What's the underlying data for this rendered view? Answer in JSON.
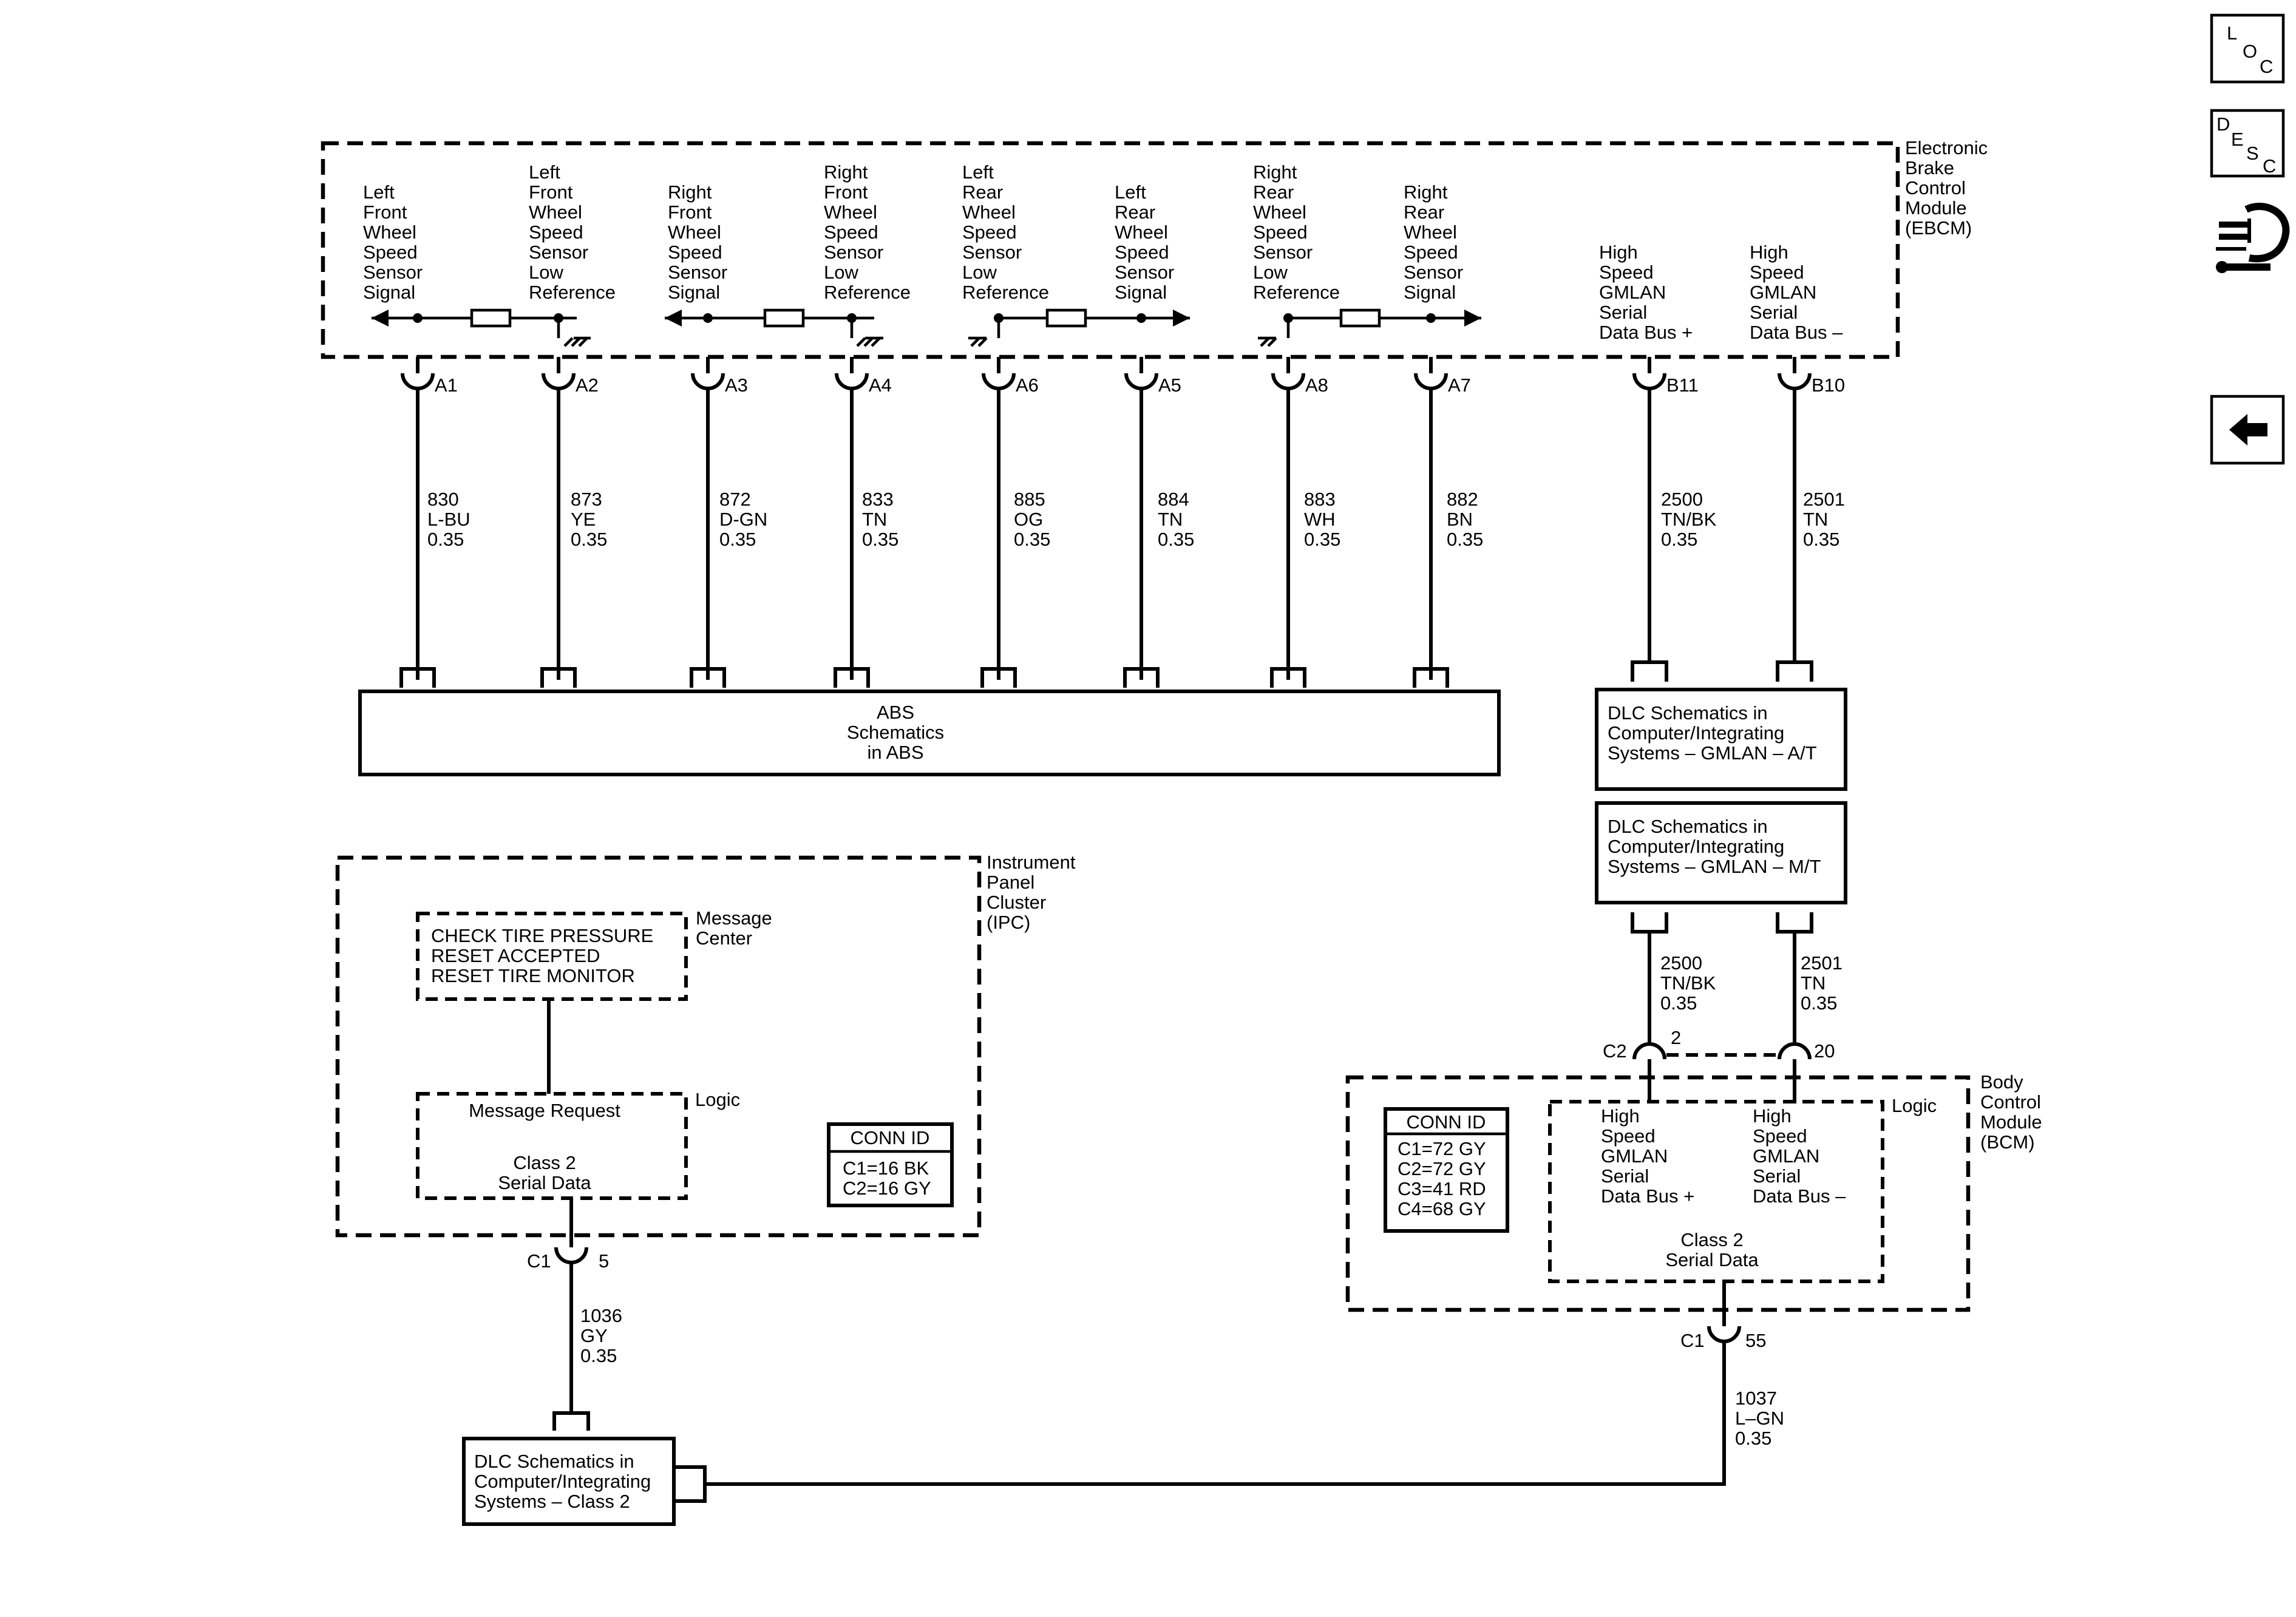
{
  "nav": {
    "loc": [
      "L",
      "O",
      "C"
    ],
    "desc": [
      "D",
      "E",
      "S",
      "C"
    ]
  },
  "ebcm": {
    "label": [
      "Electronic",
      "Brake",
      "Control",
      "Module",
      "(EBCM)"
    ],
    "circuits": [
      {
        "func": [
          "Left",
          "Front",
          "Wheel",
          "Speed",
          "Sensor",
          "Signal"
        ],
        "pin": "A1",
        "wire": [
          "830",
          "L-BU",
          "0.35"
        ]
      },
      {
        "func": [
          "Left",
          "Front",
          "Wheel",
          "Speed",
          "Sensor",
          "Low",
          "Reference"
        ],
        "pin": "A2",
        "wire": [
          "873",
          "YE",
          "0.35"
        ]
      },
      {
        "func": [
          "Right",
          "Front",
          "Wheel",
          "Speed",
          "Sensor",
          "Signal"
        ],
        "pin": "A3",
        "wire": [
          "872",
          "D-GN",
          "0.35"
        ]
      },
      {
        "func": [
          "Right",
          "Front",
          "Wheel",
          "Speed",
          "Sensor",
          "Low",
          "Reference"
        ],
        "pin": "A4",
        "wire": [
          "833",
          "TN",
          "0.35"
        ]
      },
      {
        "func": [
          "Left",
          "Rear",
          "Wheel",
          "Speed",
          "Sensor",
          "Low",
          "Reference"
        ],
        "pin": "A6",
        "wire": [
          "885",
          "OG",
          "0.35"
        ]
      },
      {
        "func": [
          "Left",
          "Rear",
          "Wheel",
          "Speed",
          "Sensor",
          "Signal"
        ],
        "pin": "A5",
        "wire": [
          "884",
          "TN",
          "0.35"
        ]
      },
      {
        "func": [
          "Right",
          "Rear",
          "Wheel",
          "Speed",
          "Sensor",
          "Low",
          "Reference"
        ],
        "pin": "A8",
        "wire": [
          "883",
          "WH",
          "0.35"
        ]
      },
      {
        "func": [
          "Right",
          "Rear",
          "Wheel",
          "Speed",
          "Sensor",
          "Signal"
        ],
        "pin": "A7",
        "wire": [
          "882",
          "BN",
          "0.35"
        ]
      },
      {
        "func": [
          "High",
          "Speed",
          "GMLAN",
          "Serial",
          "Data Bus +"
        ],
        "pin": "B11",
        "wire": [
          "2500",
          "TN/BK",
          "0.35"
        ]
      },
      {
        "func": [
          "High",
          "Speed",
          "GMLAN",
          "Serial",
          "Data Bus –"
        ],
        "pin": "B10",
        "wire": [
          "2501",
          "TN",
          "0.35"
        ]
      }
    ]
  },
  "abs_box": [
    "ABS",
    "Schematics",
    "in ABS"
  ],
  "dlc_at": [
    "DLC Schematics in",
    "Computer/Integrating",
    "Systems – GMLAN – A/T"
  ],
  "dlc_mt": [
    "DLC Schematics in",
    "Computer/Integrating",
    "Systems – GMLAN – M/T"
  ],
  "gmlan_mid_wires": [
    [
      "2500",
      "TN/BK",
      "0.35"
    ],
    [
      "2501",
      "TN",
      "0.35"
    ]
  ],
  "bcm": {
    "label": [
      "Body",
      "Control",
      "Module",
      "(BCM)"
    ],
    "conn_c2": "C2",
    "pins_c2": [
      "2",
      "20"
    ],
    "conn_title": "CONN ID",
    "conn_list": [
      "C1=72 GY",
      "C2=72 GY",
      "C3=41 RD",
      "C4=68 GY"
    ],
    "logic_label": "Logic",
    "bus_plus": [
      "High",
      "Speed",
      "GMLAN",
      "Serial",
      "Data Bus +"
    ],
    "bus_minus": [
      "High",
      "Speed",
      "GMLAN",
      "Serial",
      "Data Bus –"
    ],
    "class2": [
      "Class 2",
      "Serial Data"
    ],
    "out_conn": "C1",
    "out_pin": "55",
    "out_wire": [
      "1037",
      "L–GN",
      "0.35"
    ]
  },
  "ipc": {
    "label": [
      "Instrument",
      "Panel",
      "Cluster",
      "(IPC)"
    ],
    "message_center_label": [
      "Message",
      "Center"
    ],
    "messages": [
      "CHECK TIRE PRESSURE",
      "RESET ACCEPTED",
      "RESET TIRE MONITOR"
    ],
    "logic_label": "Logic",
    "message_request": "Message Request",
    "class2": [
      "Class 2",
      "Serial Data"
    ],
    "conn_title": "CONN ID",
    "conn_list": [
      "C1=16 BK",
      "C2=16 GY"
    ],
    "out_conn": "C1",
    "out_pin": "5",
    "out_wire": [
      "1036",
      "GY",
      "0.35"
    ]
  },
  "dlc_class2": [
    "DLC Schematics in",
    "Computer/Integrating",
    "Systems – Class 2"
  ]
}
